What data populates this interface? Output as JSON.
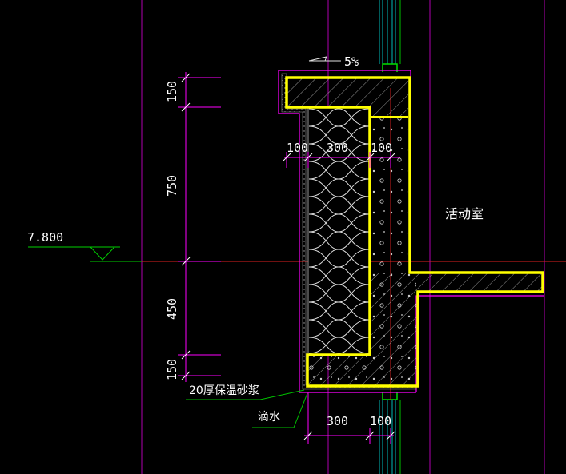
{
  "colors": {
    "background": "#000000",
    "grid_line": "#c000c0",
    "dim_line": "#ff00ff",
    "structure_outline": "#ffff00",
    "hatch": "#c8c8c8",
    "insulation": "#e0e0e0",
    "leader": "#00c800",
    "axis_line": "#ff2020",
    "glass_line": "#00c0c0",
    "text": "#ffffff"
  },
  "labels": {
    "slope": "5%",
    "elevation": "7.800",
    "room": "活动室",
    "mortar_note": "20厚保温砂浆",
    "drip_note": "滴水"
  },
  "dimensions": {
    "vertical": [
      "150",
      "750",
      "450",
      "150"
    ],
    "top_horizontal": [
      "100",
      "300",
      "100"
    ],
    "bottom_horizontal": [
      "300",
      "100"
    ]
  }
}
